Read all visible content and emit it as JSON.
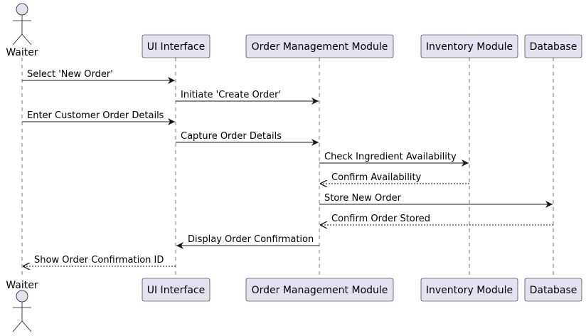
{
  "participants": [
    {
      "id": "waiter",
      "label": "Waiter",
      "kind": "actor"
    },
    {
      "id": "ui",
      "label": "UI Interface",
      "kind": "box"
    },
    {
      "id": "oms",
      "label": "Order Management Module",
      "kind": "box"
    },
    {
      "id": "inv",
      "label": "Inventory Module",
      "kind": "box"
    },
    {
      "id": "db",
      "label": "Database",
      "kind": "box"
    }
  ],
  "messages": [
    {
      "from": "waiter",
      "to": "ui",
      "label": "Select 'New Order'",
      "style": "solid"
    },
    {
      "from": "ui",
      "to": "oms",
      "label": "Initiate 'Create Order'",
      "style": "solid"
    },
    {
      "from": "waiter",
      "to": "ui",
      "label": "Enter Customer Order Details",
      "style": "solid"
    },
    {
      "from": "ui",
      "to": "oms",
      "label": "Capture Order Details",
      "style": "solid"
    },
    {
      "from": "oms",
      "to": "inv",
      "label": "Check Ingredient Availability",
      "style": "solid"
    },
    {
      "from": "inv",
      "to": "oms",
      "label": "Confirm Availability",
      "style": "dashed"
    },
    {
      "from": "oms",
      "to": "db",
      "label": "Store New Order",
      "style": "solid"
    },
    {
      "from": "db",
      "to": "oms",
      "label": "Confirm Order Stored",
      "style": "dashed"
    },
    {
      "from": "oms",
      "to": "ui",
      "label": "Display Order Confirmation",
      "style": "solid"
    },
    {
      "from": "ui",
      "to": "waiter",
      "label": "Show Order Confirmation ID",
      "style": "dashed"
    }
  ],
  "colors": {
    "participant_fill": "#e2e2f0",
    "participant_border": "#181818",
    "lifeline": "#181818",
    "arrow": "#181818",
    "text": "#000000"
  }
}
